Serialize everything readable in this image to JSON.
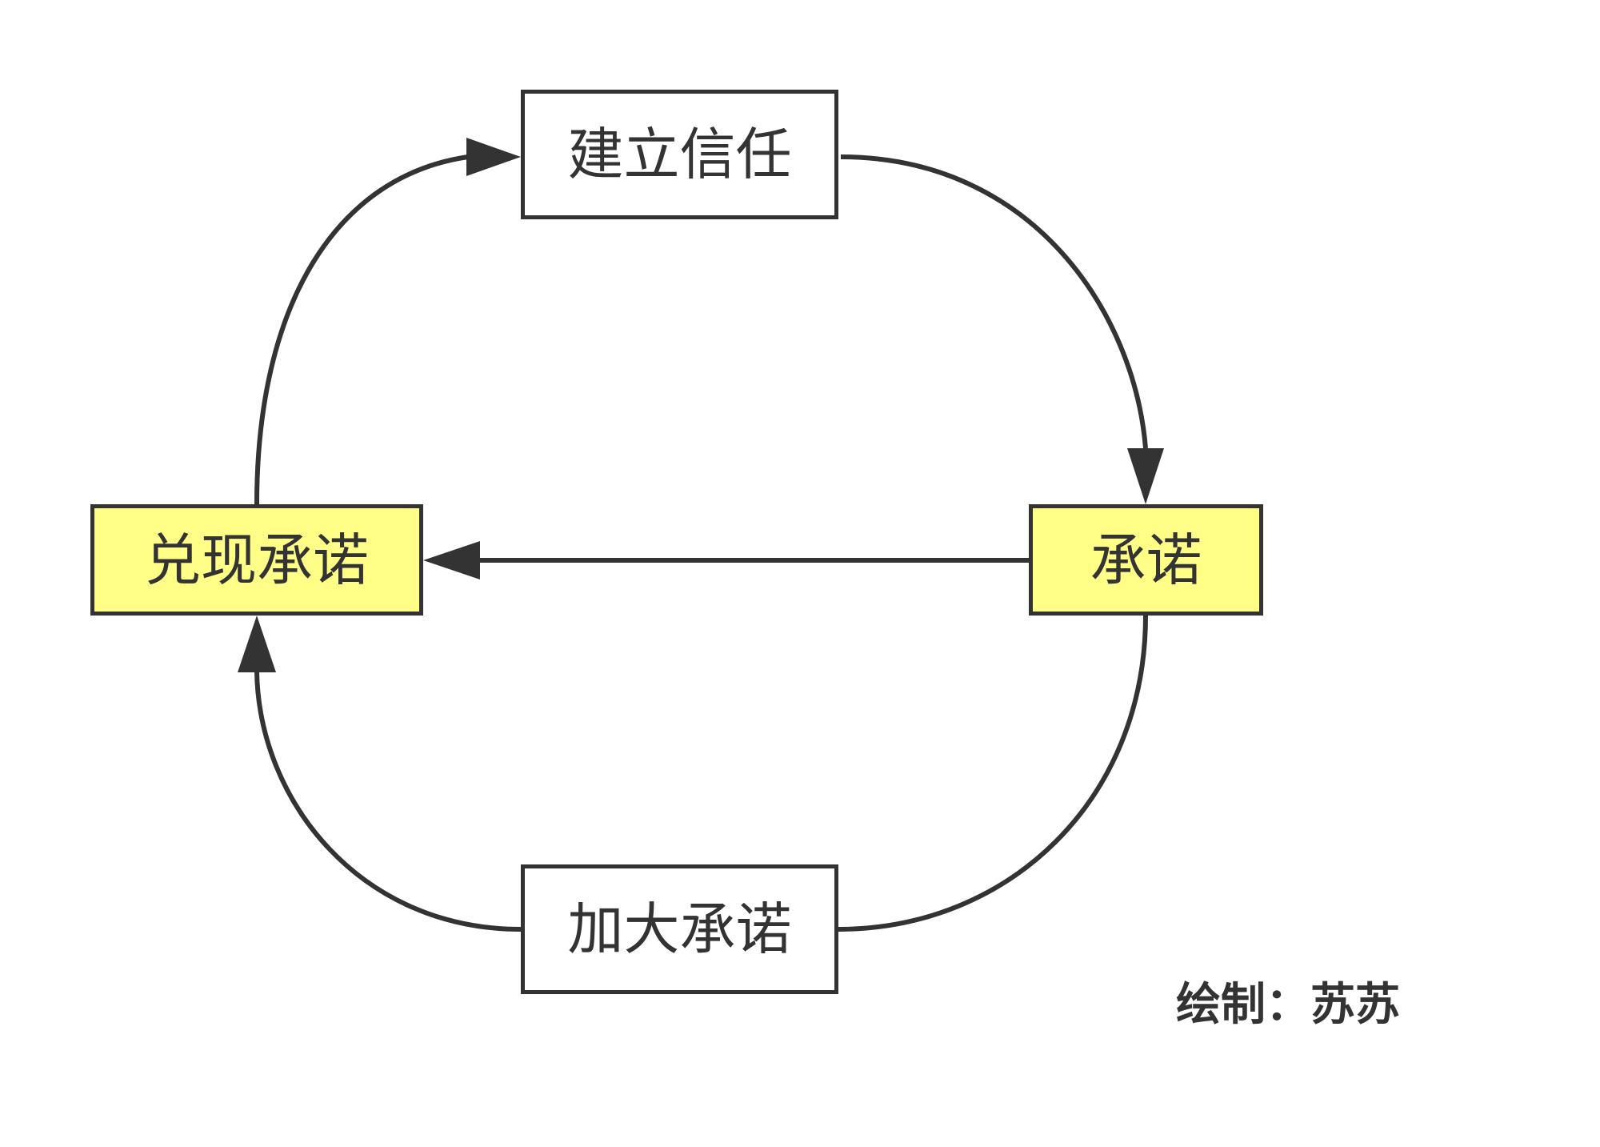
{
  "nodes": {
    "build_trust": {
      "label": "建立信任"
    },
    "promise": {
      "label": "承诺"
    },
    "fulfill_promise": {
      "label": "兑现承诺"
    },
    "bigger_promise": {
      "label": "加大承诺"
    }
  },
  "edges": [
    {
      "from": "build_trust",
      "to": "promise"
    },
    {
      "from": "promise",
      "to": "fulfill_promise"
    },
    {
      "from": "promise",
      "to": "bigger_promise"
    },
    {
      "from": "bigger_promise",
      "to": "fulfill_promise"
    },
    {
      "from": "fulfill_promise",
      "to": "build_trust"
    }
  ],
  "credit": "绘制：苏苏",
  "colors": {
    "line": "#333333",
    "highlight_fill": "#ffff88",
    "plain_fill": "#ffffff"
  }
}
